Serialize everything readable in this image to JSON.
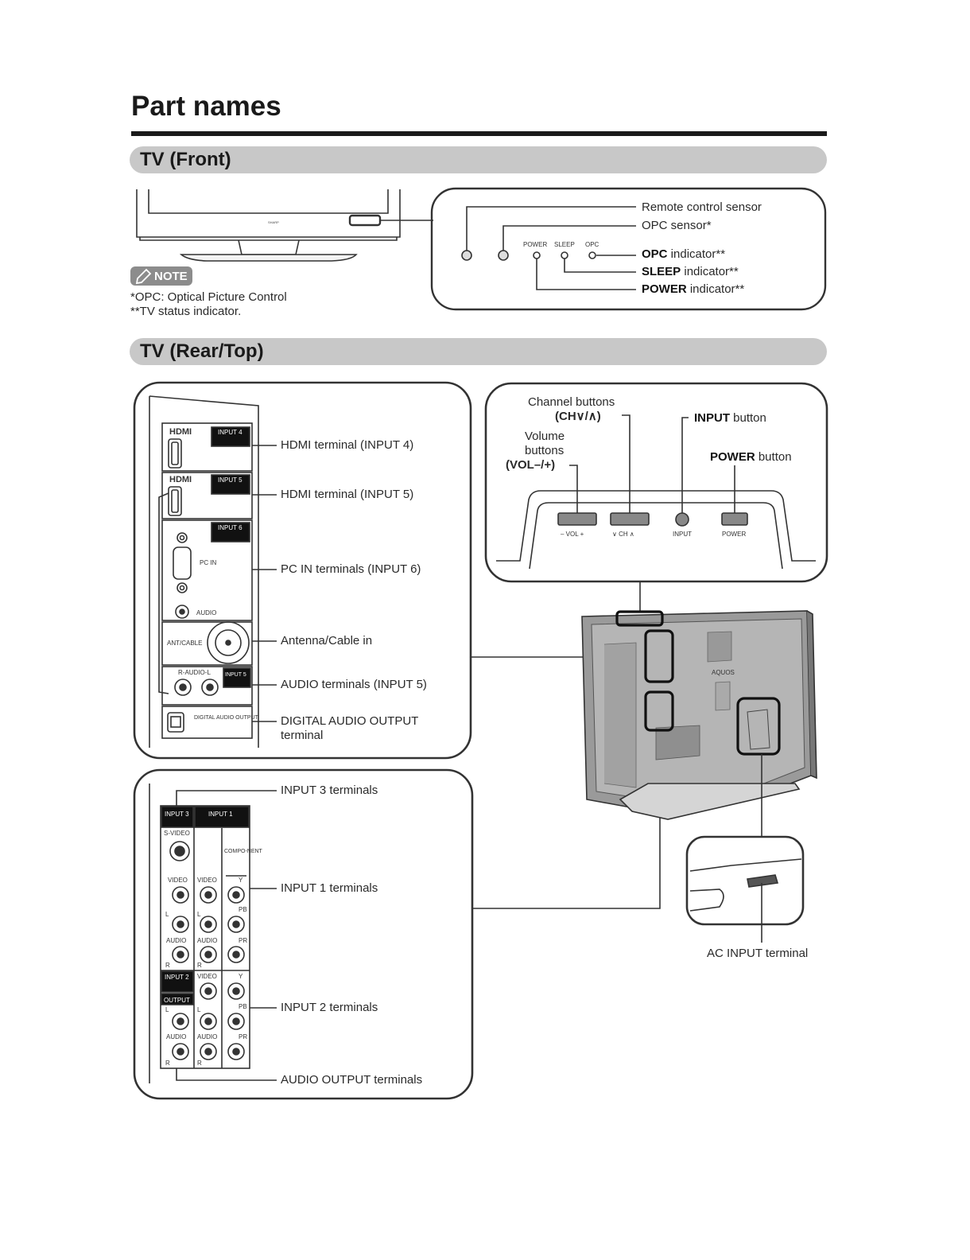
{
  "page": {
    "title": "Part names"
  },
  "sections": {
    "front": "TV (Front)",
    "rear": "TV (Rear/Top)"
  },
  "front": {
    "labels": {
      "remote_sensor": "Remote control sensor",
      "opc_sensor": "OPC sensor*",
      "opc_indicator_b": "OPC",
      "opc_indicator_t": " indicator**",
      "sleep_indicator_b": "SLEEP",
      "sleep_indicator_t": " indicator**",
      "power_indicator_b": "POWER",
      "power_indicator_t": " indicator**"
    },
    "panel_marks": {
      "power": "POWER",
      "sleep": "SLEEP",
      "opc": "OPC"
    },
    "brand_mark": "SHARP",
    "note": {
      "badge": "NOTE",
      "line1": "*OPC: Optical Picture Control",
      "line2": "**TV status indicator."
    }
  },
  "rear_left": {
    "labels": {
      "hdmi4": "HDMI terminal (INPUT 4)",
      "hdmi5": "HDMI terminal (INPUT 5)",
      "pcin": "PC IN terminals (INPUT 6)",
      "antenna": "Antenna/Cable in",
      "audio5": "AUDIO terminals (INPUT 5)",
      "digital1": "DIGITAL AUDIO OUTPUT",
      "digital2": "terminal"
    },
    "panel_text": {
      "hdmi": "HDMI",
      "input4": "INPUT 4",
      "input5": "INPUT 5",
      "input6": "INPUT 6",
      "pc_in": "PC IN",
      "audio": "AUDIO",
      "ant_cable": "ANT/CABLE",
      "r_audio_l": "R-AUDIO-L",
      "digital_audio_output": "DIGITAL AUDIO OUTPUT"
    }
  },
  "rear_bottom": {
    "labels": {
      "input3": "INPUT 3 terminals",
      "input1": "INPUT 1 terminals",
      "input2": "INPUT 2 terminals",
      "audio_out": "AUDIO OUTPUT terminals"
    },
    "panel_text": {
      "input3": "INPUT 3",
      "input1": "INPUT 1",
      "input2": "INPUT 2",
      "s_video": "S-VIDEO",
      "component": "COMPO-NENT",
      "video": "VIDEO",
      "audio": "AUDIO",
      "output": "OUTPUT",
      "y": "Y",
      "pb": "PB",
      "pr": "PR",
      "l": "L",
      "r": "R"
    }
  },
  "top_controls": {
    "labels": {
      "channel1": "Channel buttons",
      "channel2": "(CH∨/∧)",
      "volume1": "Volume",
      "volume2": "buttons",
      "volume3": "(VOL–/+)",
      "input_b": "INPUT",
      "input_t": " button",
      "power_b": "POWER",
      "power_t": " button"
    },
    "panel_marks": {
      "vol": "–  VOL  +",
      "ch": "∨  CH  ∧",
      "input": "INPUT",
      "power": "POWER"
    }
  },
  "rear_view": {
    "brand": "AQUOS",
    "ac_label": "AC INPUT terminal"
  }
}
